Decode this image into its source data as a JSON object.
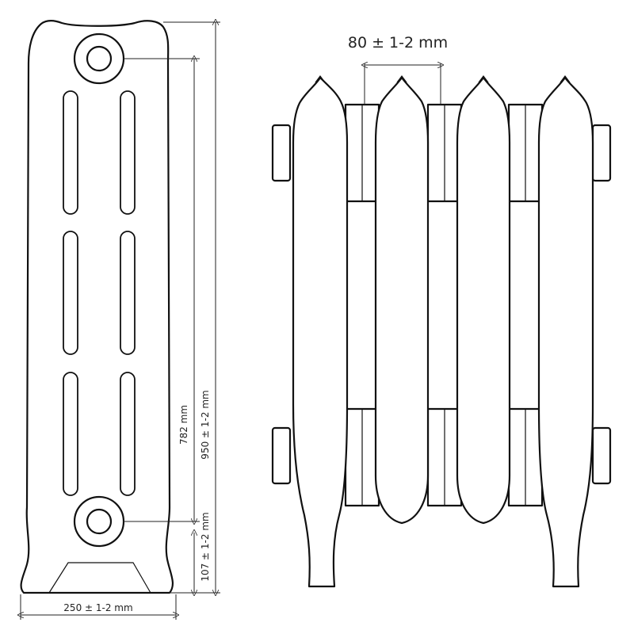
{
  "side_view": {
    "height_label": "950 ± 1-2 mm",
    "axis_distance_label": "782 mm",
    "foot_height_label": "107 ± 1-2 mm",
    "width_label": "250 ± 1-2 mm"
  },
  "front_view": {
    "section_pitch_label": "80 ± 1-2 mm",
    "section_count": 4
  }
}
